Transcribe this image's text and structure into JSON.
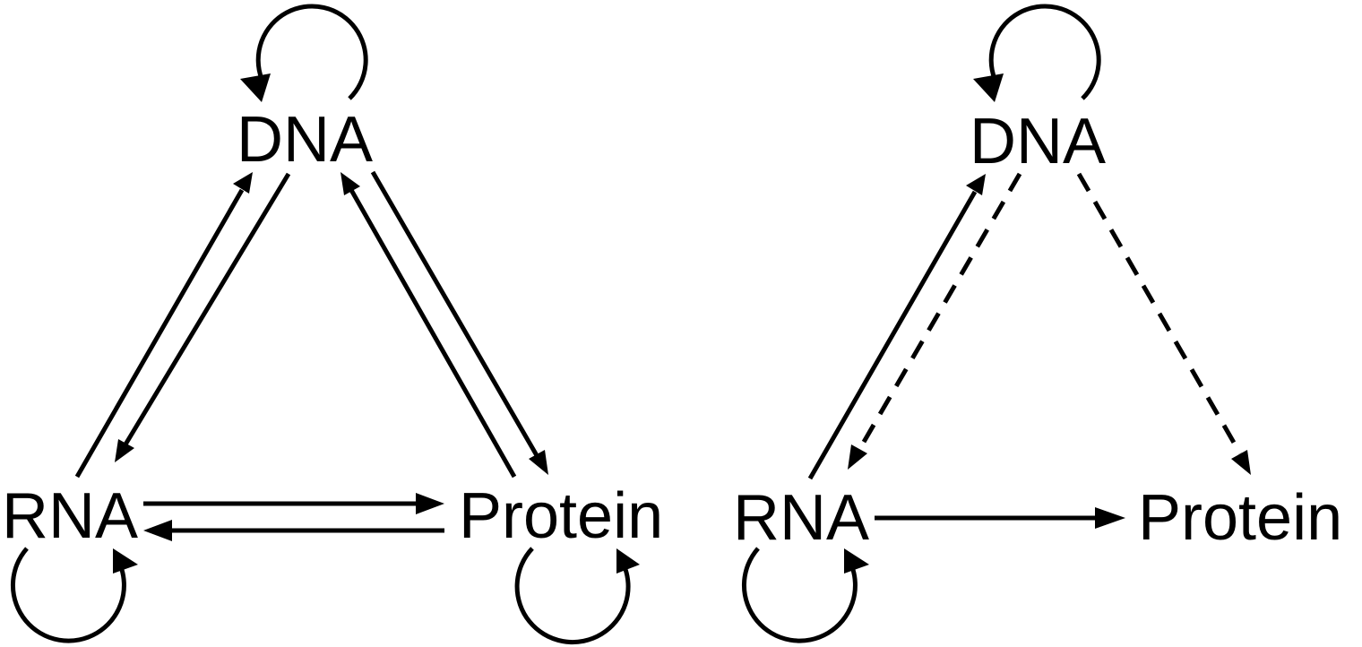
{
  "panels": [
    {
      "id": "left",
      "nodes": {
        "dna": "DNA",
        "rna": "RNA",
        "protein": "Protein"
      },
      "edges": [
        {
          "from": "DNA",
          "to": "DNA",
          "style": "solid"
        },
        {
          "from": "DNA",
          "to": "RNA",
          "style": "solid"
        },
        {
          "from": "RNA",
          "to": "DNA",
          "style": "solid"
        },
        {
          "from": "DNA",
          "to": "Protein",
          "style": "solid"
        },
        {
          "from": "Protein",
          "to": "DNA",
          "style": "solid"
        },
        {
          "from": "RNA",
          "to": "Protein",
          "style": "solid"
        },
        {
          "from": "Protein",
          "to": "RNA",
          "style": "solid"
        },
        {
          "from": "RNA",
          "to": "RNA",
          "style": "solid"
        },
        {
          "from": "Protein",
          "to": "Protein",
          "style": "solid"
        }
      ]
    },
    {
      "id": "right",
      "nodes": {
        "dna": "DNA",
        "rna": "RNA",
        "protein": "Protein"
      },
      "edges": [
        {
          "from": "DNA",
          "to": "DNA",
          "style": "solid"
        },
        {
          "from": "RNA",
          "to": "DNA",
          "style": "solid"
        },
        {
          "from": "DNA",
          "to": "RNA",
          "style": "dashed"
        },
        {
          "from": "DNA",
          "to": "Protein",
          "style": "dashed"
        },
        {
          "from": "RNA",
          "to": "Protein",
          "style": "solid"
        },
        {
          "from": "RNA",
          "to": "RNA",
          "style": "solid"
        }
      ]
    }
  ],
  "colors": {
    "stroke": "#000000",
    "background": "#ffffff"
  }
}
